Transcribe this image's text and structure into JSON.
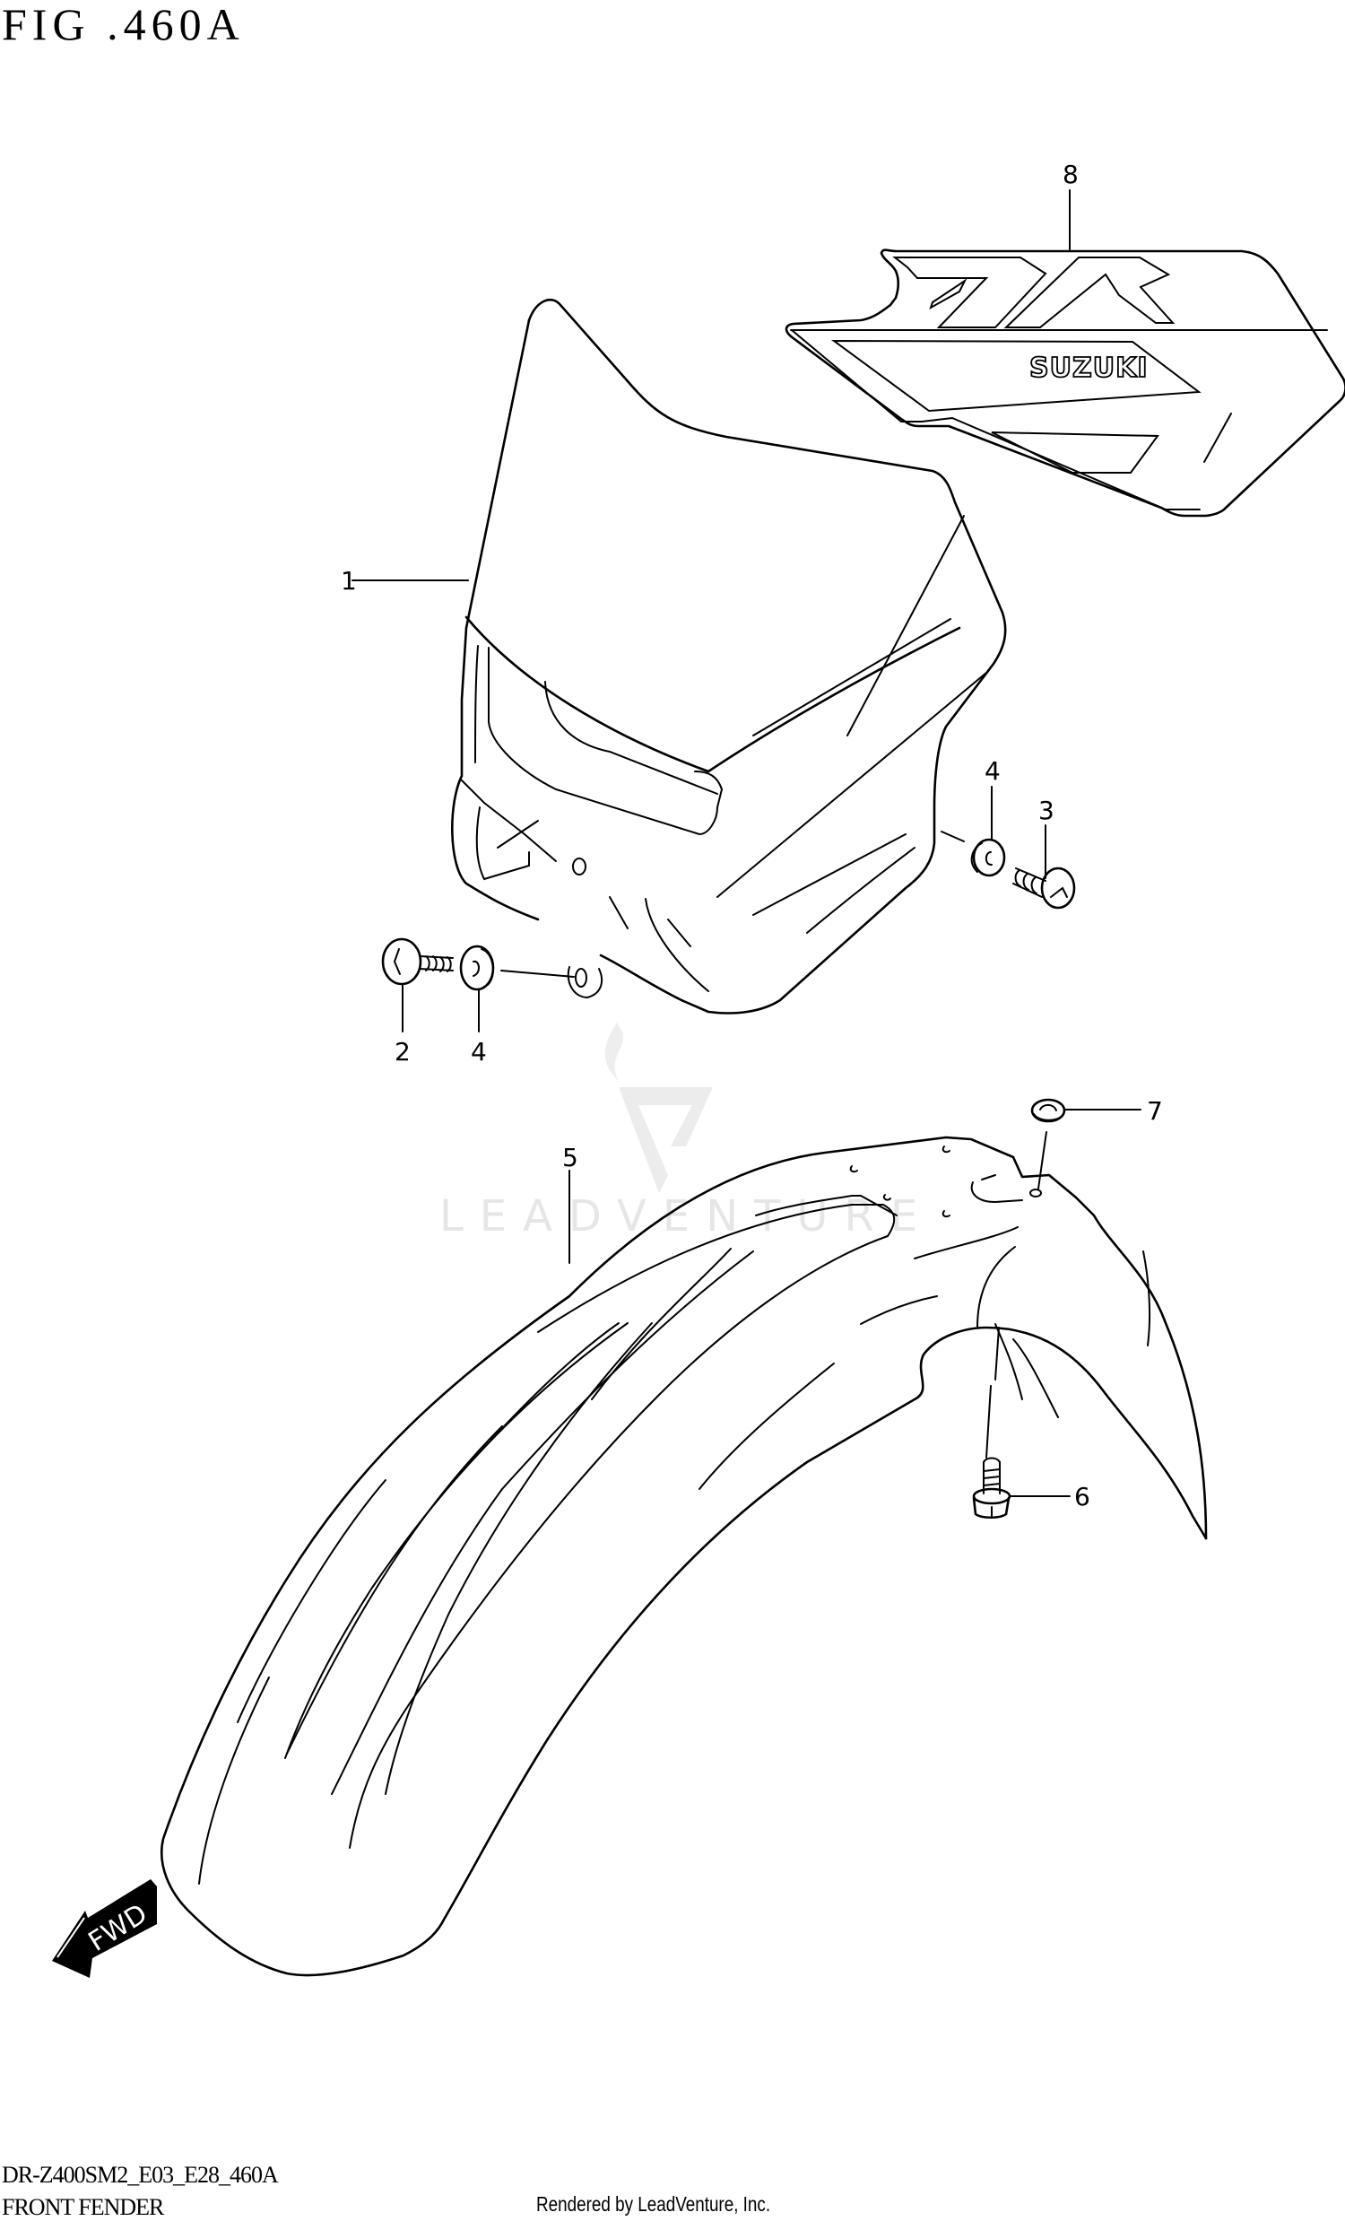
{
  "figure": {
    "title": "FIG .460A",
    "model_code": "DR-Z400SM2_E03_E28_460A",
    "section_name": "FRONT FENDER",
    "credit": "Rendered by LeadVenture, Inc.",
    "watermark": "LEADVENTURE"
  },
  "callouts": [
    {
      "number": "1",
      "part": "headlight-cowl"
    },
    {
      "number": "2",
      "part": "screw"
    },
    {
      "number": "3",
      "part": "screw"
    },
    {
      "number": "4",
      "part": "collar"
    },
    {
      "number": "4",
      "part": "collar"
    },
    {
      "number": "5",
      "part": "front-fender"
    },
    {
      "number": "6",
      "part": "flange-bolt"
    },
    {
      "number": "7",
      "part": "grommet"
    },
    {
      "number": "8",
      "part": "emblem-decal"
    }
  ],
  "decal": {
    "brand_text": "SUZUKI",
    "model_letters": "DR"
  },
  "fwd_arrow": {
    "label": "FWD"
  },
  "colors": {
    "line": "#000000",
    "background": "#ffffff",
    "watermark": "#e6e6e6"
  }
}
